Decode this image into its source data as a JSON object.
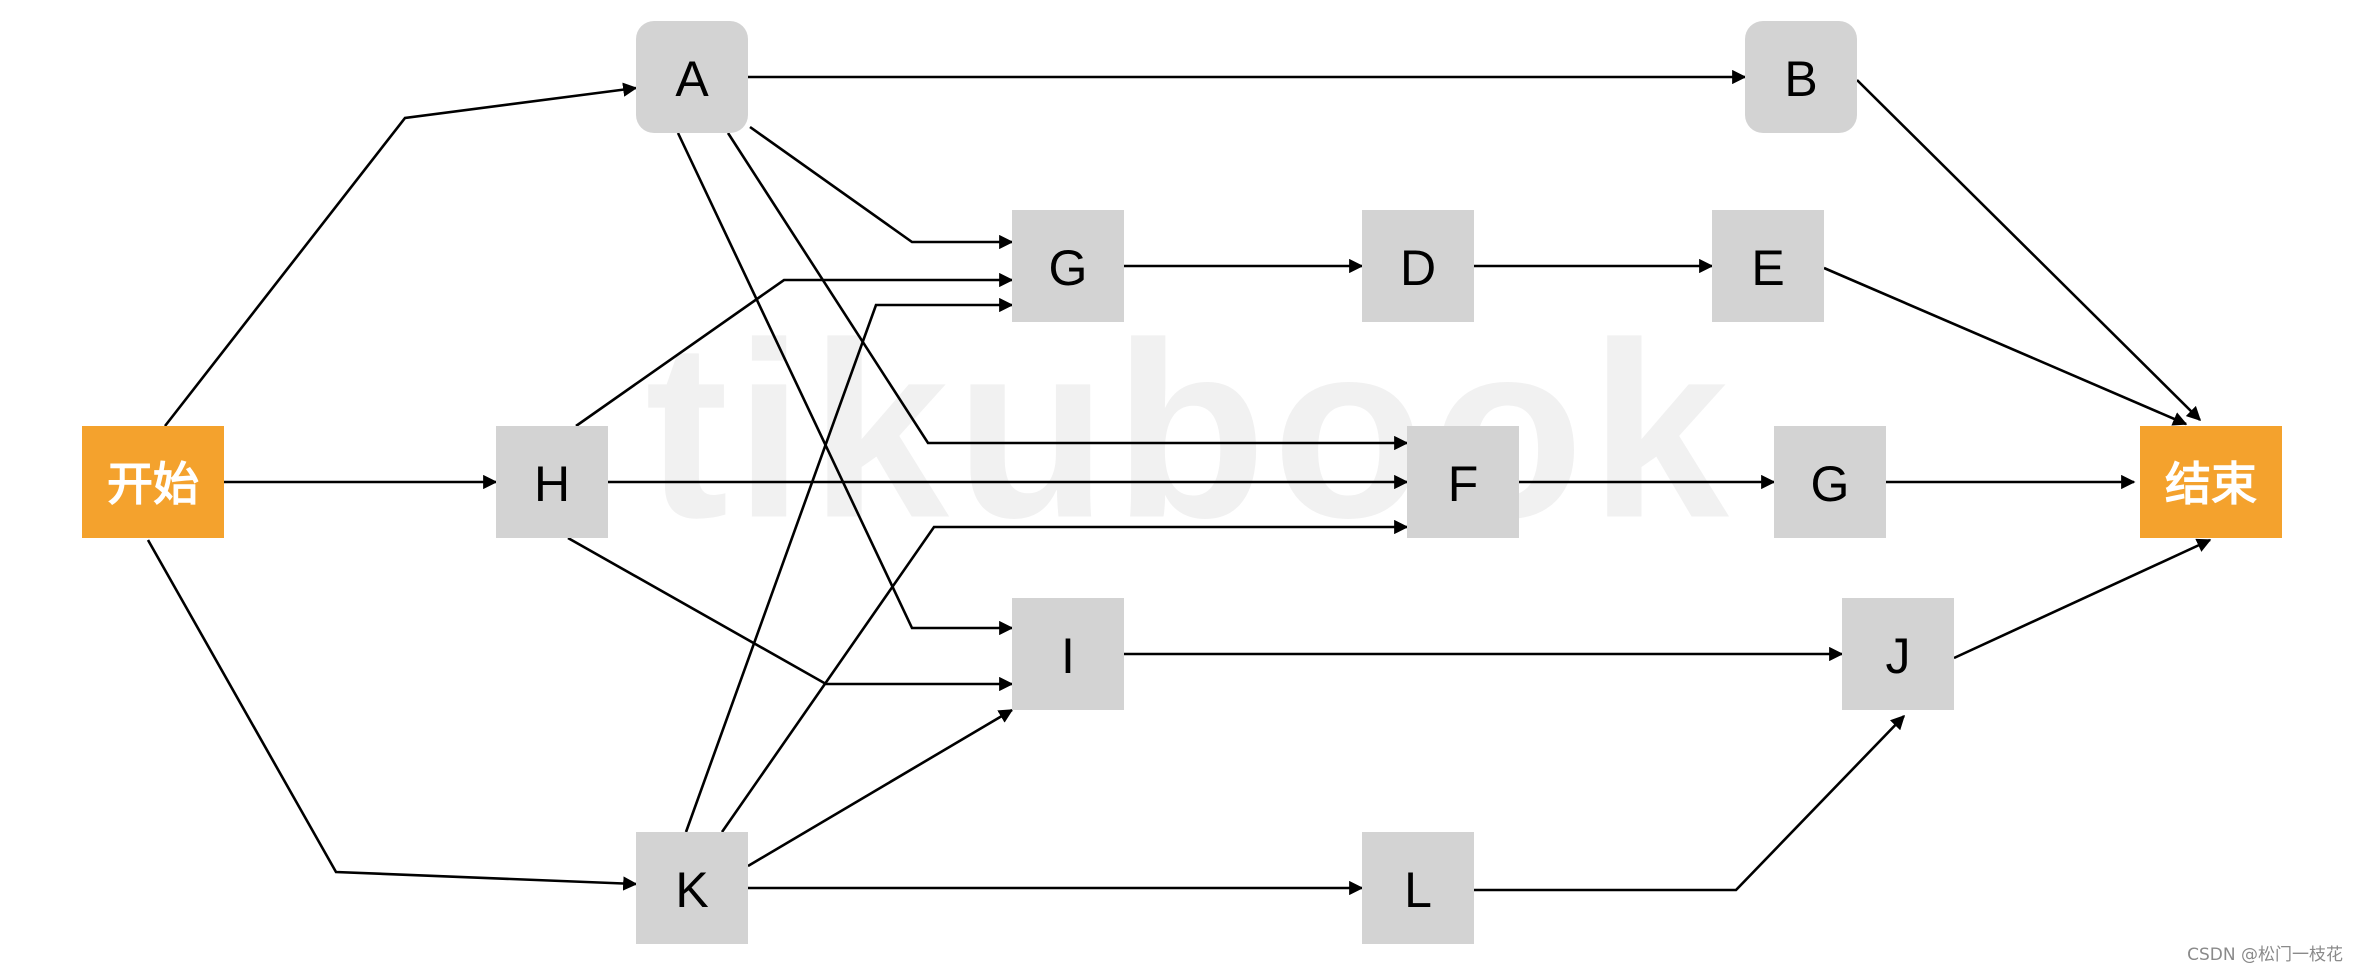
{
  "diagram": {
    "watermark": "tikubook",
    "credit": "CSDN @松门一枝花",
    "colors": {
      "start_end_fill": "#F4A22D",
      "task_fill": "#D3D3D3",
      "edge": "#000000"
    },
    "nodes": [
      {
        "id": "start",
        "label": "开始",
        "kind": "terminal"
      },
      {
        "id": "A",
        "label": "A",
        "kind": "task"
      },
      {
        "id": "B",
        "label": "B",
        "kind": "task"
      },
      {
        "id": "G1",
        "label": "G",
        "kind": "task"
      },
      {
        "id": "D",
        "label": "D",
        "kind": "task"
      },
      {
        "id": "E",
        "label": "E",
        "kind": "task"
      },
      {
        "id": "H",
        "label": "H",
        "kind": "task"
      },
      {
        "id": "F",
        "label": "F",
        "kind": "task"
      },
      {
        "id": "G2",
        "label": "G",
        "kind": "task"
      },
      {
        "id": "I",
        "label": "I",
        "kind": "task"
      },
      {
        "id": "J",
        "label": "J",
        "kind": "task"
      },
      {
        "id": "K",
        "label": "K",
        "kind": "task"
      },
      {
        "id": "L",
        "label": "L",
        "kind": "task"
      },
      {
        "id": "end",
        "label": "结束",
        "kind": "terminal"
      }
    ],
    "edges": [
      {
        "from": "start",
        "to": "A"
      },
      {
        "from": "start",
        "to": "H"
      },
      {
        "from": "start",
        "to": "K"
      },
      {
        "from": "A",
        "to": "B"
      },
      {
        "from": "A",
        "to": "G1"
      },
      {
        "from": "A",
        "to": "F"
      },
      {
        "from": "A",
        "to": "I"
      },
      {
        "from": "H",
        "to": "G1"
      },
      {
        "from": "H",
        "to": "F"
      },
      {
        "from": "H",
        "to": "I"
      },
      {
        "from": "K",
        "to": "G1"
      },
      {
        "from": "K",
        "to": "F"
      },
      {
        "from": "K",
        "to": "I"
      },
      {
        "from": "K",
        "to": "L"
      },
      {
        "from": "G1",
        "to": "D"
      },
      {
        "from": "D",
        "to": "E"
      },
      {
        "from": "E",
        "to": "end"
      },
      {
        "from": "B",
        "to": "end"
      },
      {
        "from": "F",
        "to": "G2"
      },
      {
        "from": "G2",
        "to": "end"
      },
      {
        "from": "I",
        "to": "J"
      },
      {
        "from": "L",
        "to": "J"
      },
      {
        "from": "J",
        "to": "end"
      }
    ]
  }
}
